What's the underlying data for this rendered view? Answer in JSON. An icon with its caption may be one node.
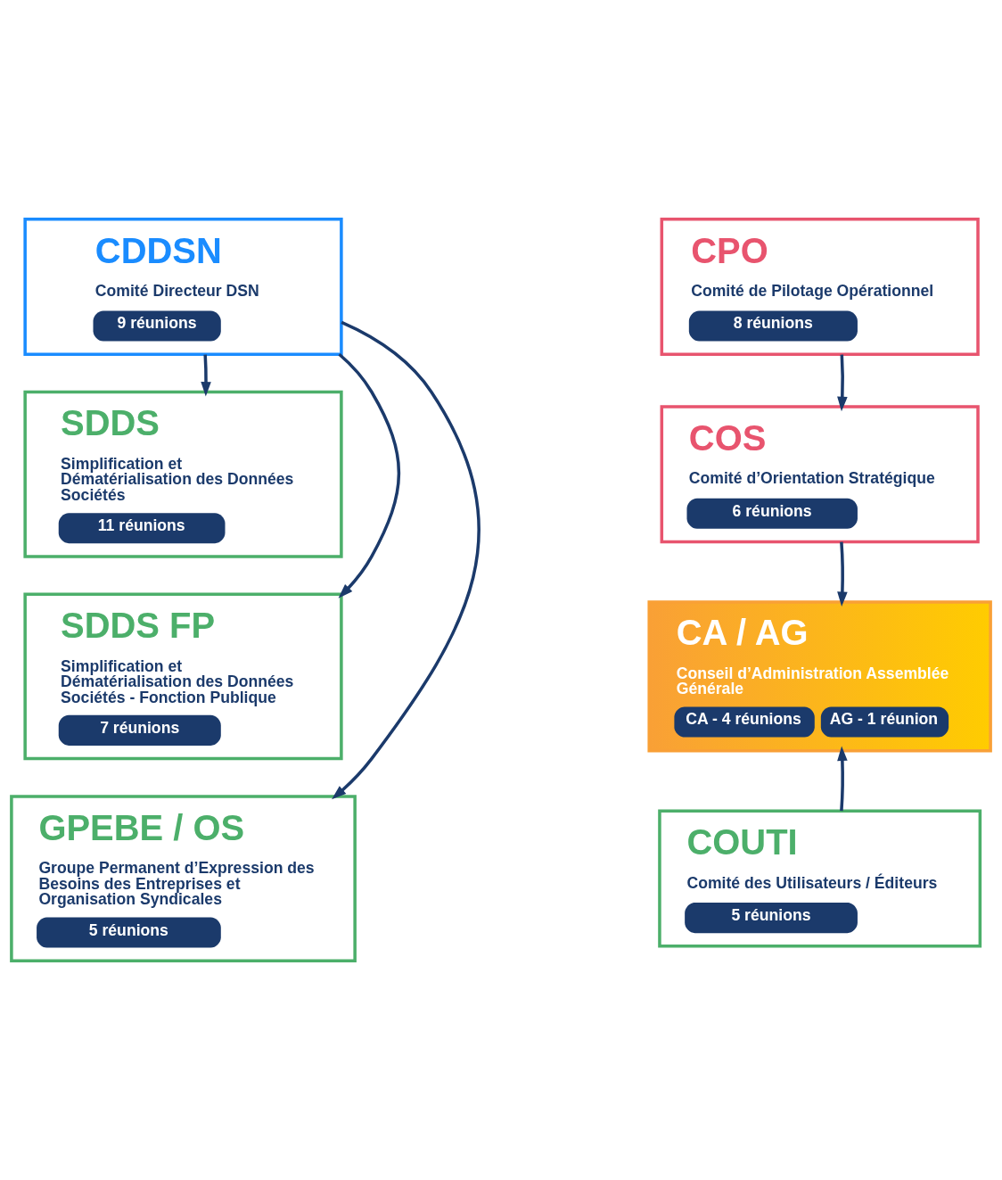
{
  "diagram": {
    "nodes": [
      {
        "text": [
          "CDDSN",
          "Comité Directeur DSN",
          "9 réunions"
        ]
      },
      {
        "text": [
          "SDDS",
          "Simplification et Dématérialisation des Données Sociétés",
          "11 réunions"
        ]
      },
      {
        "text": [
          "SDDS FP",
          "Simplification et Dématérialisation des Données Sociétés - Fonction Publique",
          "7 réunions"
        ]
      },
      {
        "text": [
          "GPEBE / OS",
          "Groupe Permanent d’Expression des Besoins des Entreprises et Organisation Syndicales",
          "5 réunions"
        ]
      },
      {
        "text": [
          "CPO",
          "Comité de Pilotage Opérationnel",
          "8 réunions"
        ]
      },
      {
        "text": [
          "COS",
          "Comité d’Orientation Stratégique",
          "6 réunions"
        ]
      },
      {
        "text": [
          "CA / AG",
          "Conseil d’Administration Assemblée Générale",
          "CA - 4 réunions",
          "AG - 1 réunion"
        ]
      },
      {
        "text": [
          "COUTI",
          "Comité des Utilisateurs / Éditeurs",
          "5 réunions"
        ]
      }
    ],
    "edges": [
      {
        "from": 0,
        "to": 1,
        "arrow": "to"
      },
      {
        "from": 0,
        "to": 2,
        "arrow": "to"
      },
      {
        "from": 0,
        "to": 3,
        "arrow": "to"
      },
      {
        "from": 4,
        "to": 5,
        "arrow": "to"
      },
      {
        "from": 5,
        "to": 6,
        "arrow": "to"
      },
      {
        "from": 7,
        "to": 6,
        "arrow": "to"
      }
    ]
  }
}
